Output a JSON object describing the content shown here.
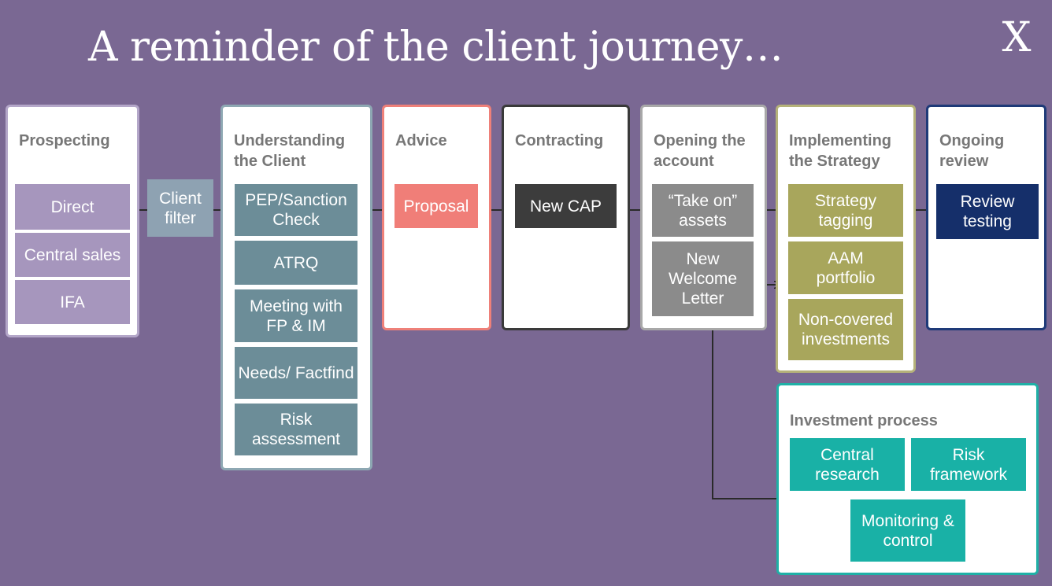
{
  "title": "A reminder of the client journey…",
  "close_label": "X",
  "client_filter": "Client filter",
  "stages": {
    "prospecting": {
      "title": "Prospecting",
      "items": [
        "Direct",
        "Central sales",
        "IFA"
      ]
    },
    "understanding": {
      "title": "Understanding the Client",
      "items": [
        "PEP/Sanction Check",
        "ATRQ",
        "Meeting with FP & IM",
        "Needs/ Factfind",
        "Risk assessment"
      ]
    },
    "advice": {
      "title": "Advice",
      "items": [
        "Proposal"
      ]
    },
    "contracting": {
      "title": "Contracting",
      "items": [
        "New CAP"
      ]
    },
    "opening": {
      "title": "Opening the account",
      "items": [
        "“Take on” assets",
        "New Welcome Letter"
      ]
    },
    "implementing": {
      "title": "Implementing the Strategy",
      "items": [
        "Strategy tagging",
        "AAM portfolio",
        "Non-covered investments"
      ]
    },
    "ongoing": {
      "title": "Ongoing review",
      "items": [
        "Review testing"
      ]
    },
    "investment": {
      "title": "Investment process",
      "items": [
        "Central research",
        "Risk framework",
        "Monitoring & control"
      ]
    }
  },
  "colors": {
    "background": "#7a6893",
    "prospecting": "#a696bd",
    "understanding": "#6c8d98",
    "advice": "#f07e78",
    "contracting": "#3c3c3c",
    "opening": "#8b8b8b",
    "implementing": "#a8a65c",
    "ongoing": "#152f6a",
    "investment": "#19b1a6"
  }
}
